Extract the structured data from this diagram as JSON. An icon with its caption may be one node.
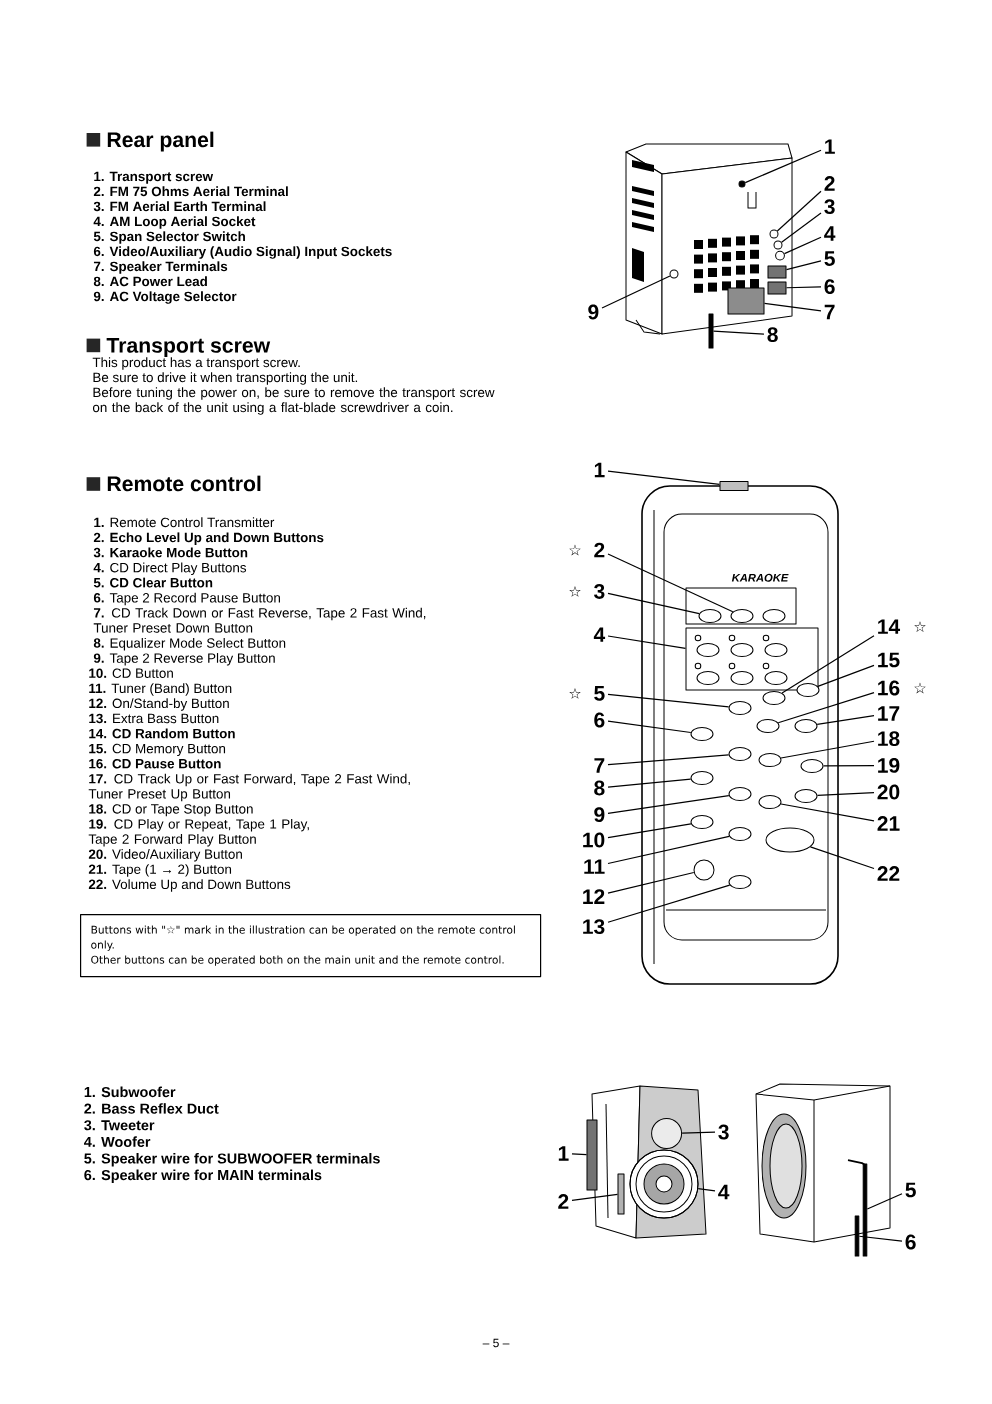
{
  "diagram": {
    "nodes": [
      {
        "text": [
          "1"
        ]
      },
      {
        "text": [
          "2"
        ]
      },
      {
        "text": [
          "3"
        ]
      },
      {
        "text": [
          "4"
        ]
      },
      {
        "text": [
          "5"
        ]
      },
      {
        "text": [
          "6"
        ]
      },
      {
        "text": [
          "7"
        ]
      },
      {
        "text": [
          "8"
        ]
      },
      {
        "text": [
          "9"
        ]
      },
      {
        "text": [
          "1"
        ]
      },
      {
        "text": [
          "2"
        ],
        "beside": [
          "☆"
        ]
      },
      {
        "text": [
          "3"
        ],
        "beside": [
          "☆"
        ]
      },
      {
        "text": [
          "4"
        ]
      },
      {
        "text": [
          "5"
        ],
        "beside": [
          "☆"
        ]
      },
      {
        "text": [
          "6"
        ]
      },
      {
        "text": [
          "7"
        ]
      },
      {
        "text": [
          "8"
        ]
      },
      {
        "text": [
          "9"
        ]
      },
      {
        "text": [
          "10"
        ]
      },
      {
        "text": [
          "11"
        ]
      },
      {
        "text": [
          "12"
        ]
      },
      {
        "text": [
          "13"
        ]
      },
      {
        "text": [
          "14"
        ],
        "beside": [
          "☆"
        ]
      },
      {
        "text": [
          "15"
        ]
      },
      {
        "text": [
          "16"
        ],
        "beside": [
          "☆"
        ]
      },
      {
        "text": [
          "17"
        ]
      },
      {
        "text": [
          "18"
        ]
      },
      {
        "text": [
          "19"
        ]
      },
      {
        "text": [
          "20"
        ]
      },
      {
        "text": [
          "21"
        ]
      },
      {
        "text": [
          "22"
        ]
      },
      {
        "text": [
          "Buttons with \"☆\" mark in the illustration can be operated on the remote control only.",
          "Other buttons can be operated both on the main unit and the remote control."
        ]
      },
      {
        "text": [
          "1"
        ]
      },
      {
        "text": [
          "2"
        ]
      },
      {
        "text": [
          "3"
        ]
      },
      {
        "text": [
          "4"
        ]
      },
      {
        "text": [
          "5"
        ]
      },
      {
        "text": [
          "6"
        ]
      },
      {
        "text": [],
        "shape": "circle"
      },
      {
        "text": [],
        "shape": "circle"
      },
      {
        "text": [],
        "shape": "circle"
      },
      {
        "text": [],
        "shape": "circle"
      },
      {
        "text": [],
        "shape": "box"
      },
      {
        "text": [],
        "shape": "box"
      },
      {
        "text": [],
        "shape": "box"
      },
      {
        "text": [],
        "shape": "bar"
      },
      {
        "text": [],
        "shape": "circle"
      },
      {
        "text": [],
        "shape": "box"
      },
      {
        "text": [],
        "shape": "ellipse"
      },
      {
        "text": [],
        "shape": "ellipse"
      },
      {
        "text": [],
        "shape": "box"
      },
      {
        "text": [],
        "shape": "ellipse"
      },
      {
        "text": [],
        "shape": "ellipse"
      },
      {
        "text": [],
        "shape": "ellipse"
      },
      {
        "text": [],
        "shape": "ellipse"
      },
      {
        "text": [],
        "shape": "ellipse"
      },
      {
        "text": [],
        "shape": "ellipse"
      },
      {
        "text": [],
        "shape": "ellipse"
      },
      {
        "text": [],
        "shape": "circle"
      },
      {
        "text": [],
        "shape": "ellipse"
      },
      {
        "text": [],
        "shape": "ellipse"
      },
      {
        "text": [],
        "shape": "ellipse"
      },
      {
        "text": [],
        "shape": "ellipse"
      },
      {
        "text": [],
        "shape": "ellipse"
      },
      {
        "text": [],
        "shape": "ellipse"
      },
      {
        "text": [],
        "shape": "ellipse"
      },
      {
        "text": [],
        "shape": "ellipse"
      },
      {
        "text": [],
        "shape": "ellipse"
      },
      {
        "text": [],
        "shape": "ellipse"
      },
      {
        "text": [],
        "shape": "box"
      },
      {
        "text": [],
        "shape": "bar"
      },
      {
        "text": [],
        "shape": "circle"
      },
      {
        "text": [],
        "shape": "circle"
      },
      {
        "text": [],
        "shape": "bar"
      },
      {
        "text": [],
        "shape": "bar"
      }
    ],
    "edges": [
      {
        "from": 0,
        "to": 38,
        "arrow": "none"
      },
      {
        "from": 1,
        "to": 39,
        "arrow": "none"
      },
      {
        "from": 2,
        "to": 40,
        "arrow": "none"
      },
      {
        "from": 3,
        "to": 41,
        "arrow": "none"
      },
      {
        "from": 4,
        "to": 42,
        "arrow": "none"
      },
      {
        "from": 5,
        "to": 43,
        "arrow": "none"
      },
      {
        "from": 6,
        "to": 44,
        "arrow": "none"
      },
      {
        "from": 7,
        "to": 45,
        "arrow": "none"
      },
      {
        "from": 8,
        "to": 46,
        "arrow": "none"
      },
      {
        "from": 9,
        "to": 47,
        "arrow": "none"
      },
      {
        "from": 10,
        "to": 48,
        "arrow": "none"
      },
      {
        "from": 11,
        "to": 49,
        "arrow": "none"
      },
      {
        "from": 12,
        "to": 50,
        "arrow": "none"
      },
      {
        "from": 13,
        "to": 51,
        "arrow": "none"
      },
      {
        "from": 14,
        "to": 52,
        "arrow": "none"
      },
      {
        "from": 15,
        "to": 53,
        "arrow": "none"
      },
      {
        "from": 16,
        "to": 54,
        "arrow": "none"
      },
      {
        "from": 17,
        "to": 55,
        "arrow": "none"
      },
      {
        "from": 18,
        "to": 56,
        "arrow": "none"
      },
      {
        "from": 19,
        "to": 57,
        "arrow": "none"
      },
      {
        "from": 20,
        "to": 58,
        "arrow": "none"
      },
      {
        "from": 21,
        "to": 59,
        "arrow": "none"
      },
      {
        "from": 22,
        "to": 60,
        "arrow": "none"
      },
      {
        "from": 23,
        "to": 61,
        "arrow": "none"
      },
      {
        "from": 24,
        "to": 62,
        "arrow": "none"
      },
      {
        "from": 25,
        "to": 63,
        "arrow": "none"
      },
      {
        "from": 26,
        "to": 64,
        "arrow": "none"
      },
      {
        "from": 27,
        "to": 65,
        "arrow": "none"
      },
      {
        "from": 28,
        "to": 66,
        "arrow": "none"
      },
      {
        "from": 29,
        "to": 67,
        "arrow": "none"
      },
      {
        "from": 30,
        "to": 68,
        "arrow": "none"
      },
      {
        "from": 32,
        "to": 69,
        "arrow": "none"
      },
      {
        "from": 33,
        "to": 70,
        "arrow": "none"
      },
      {
        "from": 34,
        "to": 71,
        "arrow": "none"
      },
      {
        "from": 35,
        "to": 72,
        "arrow": "none"
      },
      {
        "from": 36,
        "to": 73,
        "arrow": "none"
      },
      {
        "from": 37,
        "to": 74,
        "arrow": "none"
      }
    ],
    "labels": [
      "Rear panel",
      "1. Transport screw",
      "2. FM 75 Ohms Aerial Terminal",
      "3. FM Aerial Earth Terminal",
      "4. AM Loop Aerial Socket",
      "5. Span Selector Switch",
      "6. Video/Auxiliary (Audio Signal) Input Sockets",
      "7. Speaker Terminals",
      "8. AC Power Lead",
      "9. AC Voltage Selector",
      "Transport screw",
      "This product has a transport screw.",
      "Be sure to drive it when transporting the unit.",
      "Before tuning the power on, be sure to remove the transport screw on the back of the unit using a flat-blade screwdriver a coin.",
      "Remote control",
      "**1.** Remote Control Transmitter",
      "2. Echo Level Up and Down Buttons",
      "3. Karaoke Mode Button",
      "**4.** CD Direct Play Buttons",
      "5. CD Clear Button",
      "**6.** Tape 2 Record Pause Button",
      "**7.** CD Track Down or Fast Reverse, Tape 2 Fast Wind, Tuner Preset Down Button",
      "**8.** Equalizer Mode Select Button",
      "**9.** Tape 2 Reverse Play Button",
      "**10.** CD Button",
      "**11.** Tuner (Band) Button",
      "**12.** On/Stand-by Button",
      "**13.** Extra Bass Button",
      "14. CD Random Button",
      "**15.** CD Memory Button",
      "16. CD Pause Button",
      "**17.** CD Track Up or Fast Forward, Tape 2 Fast Wind, Tuner Preset Up Button",
      "**18.** CD or Tape Stop Button",
      "**19.** CD Play or Repeat, Tape 1 Play, Tape 2 Forward Play Button",
      "**20.** Video/Auxiliary Button",
      "**21.** Tape (1 → 2) Button",
      "**22.** Volume Up and Down Buttons",
      "KARAOKE",
      "1. Subwoofer",
      "2. Bass Reflex Duct",
      "3. Tweeter",
      "4. Woofer",
      "5. Speaker wire for SUBWOOFER terminals",
      "6. Speaker wire for MAIN terminals",
      "– 5 –"
    ]
  }
}
